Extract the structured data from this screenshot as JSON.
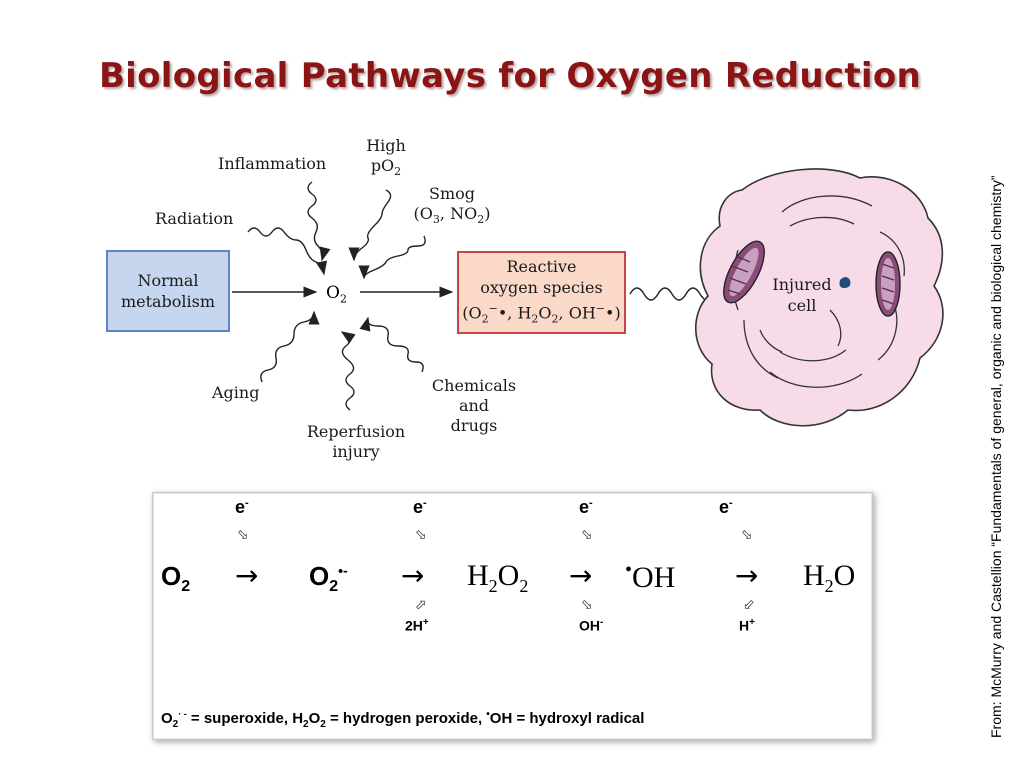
{
  "title": "Biological Pathways for Oxygen Reduction",
  "credit": "From: McMurry and Castellion “Fundamentals of general, organic and biological chemistry”",
  "diagram": {
    "center": "O",
    "center_sub": "2",
    "normal_box": [
      "Normal",
      "metabolism"
    ],
    "ros_box": {
      "line1": "Reactive",
      "line2": "oxygen species",
      "line3_a": "(O",
      "line3_a_sub": "2",
      "line3_a_sup": "−",
      "line3_b": "•, H",
      "line3_b_sub": "2",
      "line3_c": "O",
      "line3_c_sub": "2",
      "line3_d": ", OH",
      "line3_d_sup": "−",
      "line3_e": "•)"
    },
    "inflammation": "Inflammation",
    "radiation": "Radiation",
    "high_po2_l1": "High",
    "high_po2_l2": "pO",
    "high_po2_sub": "2",
    "smog_l1": "Smog",
    "smog_l2a": "(O",
    "smog_l2a_sub": "3",
    "smog_l2b": ", NO",
    "smog_l2b_sub": "2",
    "smog_l2c": ")",
    "aging": "Aging",
    "reperfusion_l1": "Reperfusion",
    "reperfusion_l2": "injury",
    "chemicals_l1": "Chemicals",
    "chemicals_l2": "and",
    "chemicals_l3": "drugs",
    "cell_l1": "Injured",
    "cell_l2": "cell"
  },
  "reaction": {
    "electron": "e",
    "electron_sup": "-",
    "o2": "O",
    "o2_sub": "2",
    "superoxide": "O",
    "superoxide_sub": "2",
    "superoxide_sup": "•-",
    "h2o2_a": "H",
    "h2o2_sub1": "2",
    "h2o2_b": "O",
    "h2o2_sub2": "2",
    "oh": "OH",
    "oh_dot": "•",
    "h2o_a": "H",
    "h2o_sub": "2",
    "h2o_b": "O",
    "two_h": "2H",
    "two_h_sup": "+",
    "oh_minus": "OH",
    "oh_minus_sup": "-",
    "h_plus": "H",
    "h_plus_sup": "+",
    "arrow": "→"
  },
  "legend": {
    "a": "O",
    "a_sub": "2",
    "a_sup": "· -",
    "b": " = superoxide,  H",
    "b_sub1": "2",
    "c": "O",
    "c_sub2": "2",
    "d": " = hydrogen peroxide,  ",
    "d_dot": "•",
    "e": "OH = hydroxyl radical"
  },
  "colors": {
    "title": "#8b1515",
    "normal_box_fill": "#c7d6ef",
    "normal_box_border": "#5a86c4",
    "ros_box_fill": "#fbd9c8",
    "ros_box_border": "#c94545",
    "cell_fill": "#f7dbe8",
    "mitochondria": "#8a4d7a",
    "nucleus": "#1f4e7a"
  }
}
